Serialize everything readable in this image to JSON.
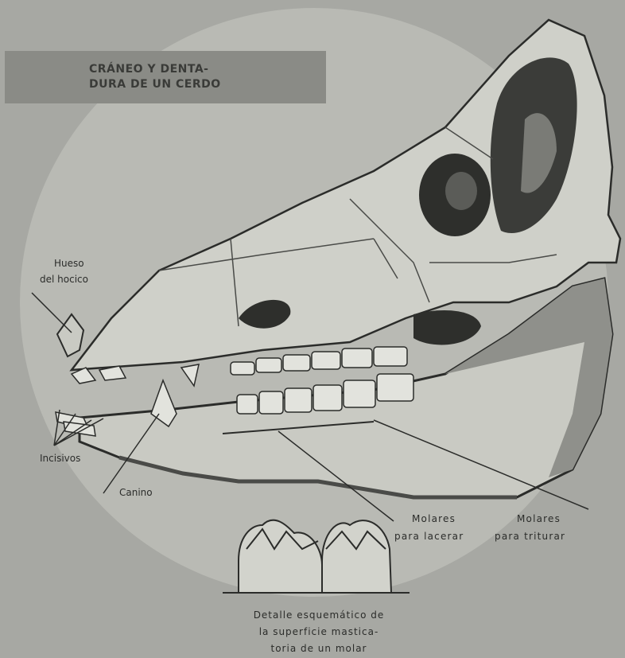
{
  "title": {
    "line1": "CRÁNEO Y DENTA-",
    "line2": "DURA DE UN CERDO"
  },
  "labels": {
    "hueso_line1": "Hueso",
    "hueso_line2": "del hocico",
    "incisivos": "Incisivos",
    "canino": "Canino",
    "molares_lacerar_line1": "Molares",
    "molares_lacerar_line2": "para lacerar",
    "molares_triturar_line1": "Molares",
    "molares_triturar_line2": "para triturar"
  },
  "caption": {
    "line1": "Detalle esquemático de",
    "line2": "la superficie mastica-",
    "line3": "toria de un molar"
  },
  "colors": {
    "background": "#a7a8a3",
    "circle": "#b9bab4",
    "bone": "#c9cac3",
    "shadow": "#6d6e69",
    "ink": "#2b2c2a",
    "title_box": "#8a8b86"
  }
}
